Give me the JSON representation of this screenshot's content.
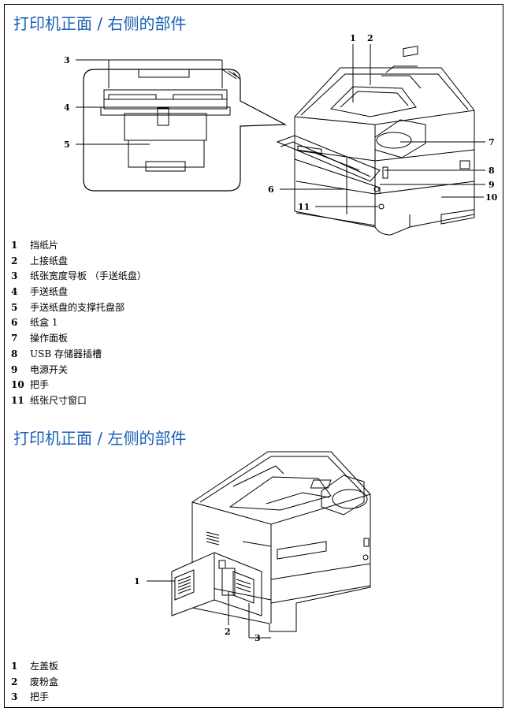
{
  "section_right": {
    "title": "打印机正面 / 右侧的部件",
    "callouts": [
      "1",
      "2",
      "3",
      "4",
      "5",
      "6",
      "7",
      "8",
      "9",
      "10",
      "11"
    ],
    "items": [
      {
        "num": "1",
        "label": "挡纸片"
      },
      {
        "num": "2",
        "label": "上接纸盘"
      },
      {
        "num": "3",
        "label": "纸张宽度导板 （手送纸盘）"
      },
      {
        "num": "4",
        "label": "手送纸盘"
      },
      {
        "num": "5",
        "label": "手送纸盘的支撑托盘部"
      },
      {
        "num": "6",
        "label": "纸盒 1"
      },
      {
        "num": "7",
        "label": "操作面板"
      },
      {
        "num": "8",
        "label": "USB 存储器插槽"
      },
      {
        "num": "9",
        "label": "电源开关"
      },
      {
        "num": "10",
        "label": "把手"
      },
      {
        "num": "11",
        "label": "纸张尺寸窗口"
      }
    ]
  },
  "section_left": {
    "title": "打印机正面 / 左侧的部件",
    "callouts": [
      "1",
      "2",
      "3"
    ],
    "items": [
      {
        "num": "1",
        "label": "左盖板"
      },
      {
        "num": "2",
        "label": "废粉盒"
      },
      {
        "num": "3",
        "label": "把手"
      }
    ]
  },
  "colors": {
    "title": "#1a5fb4",
    "text": "#000000",
    "border": "#000000"
  }
}
